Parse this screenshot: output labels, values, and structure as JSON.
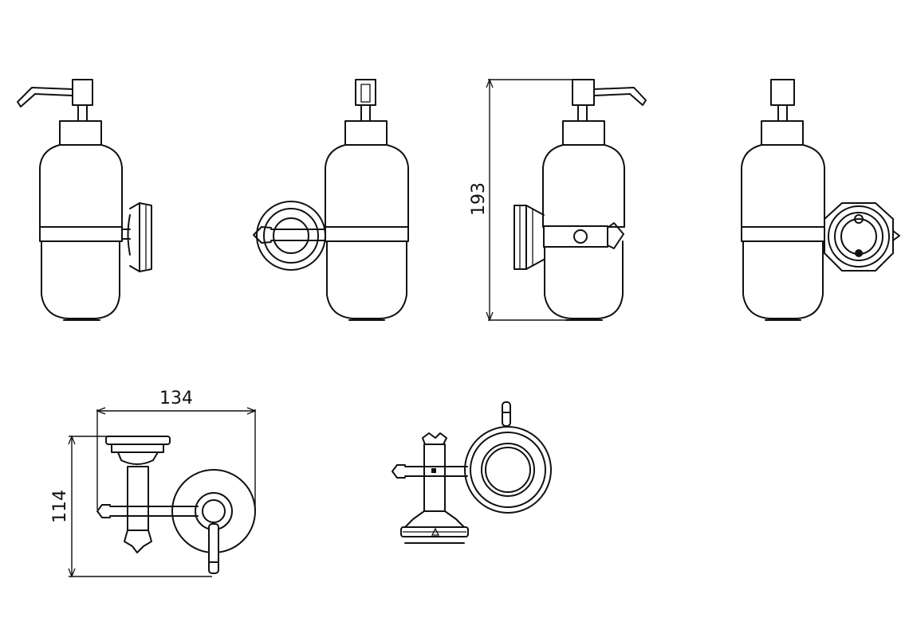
{
  "dimensions": {
    "height": "193",
    "width": "134",
    "depth": "114"
  }
}
